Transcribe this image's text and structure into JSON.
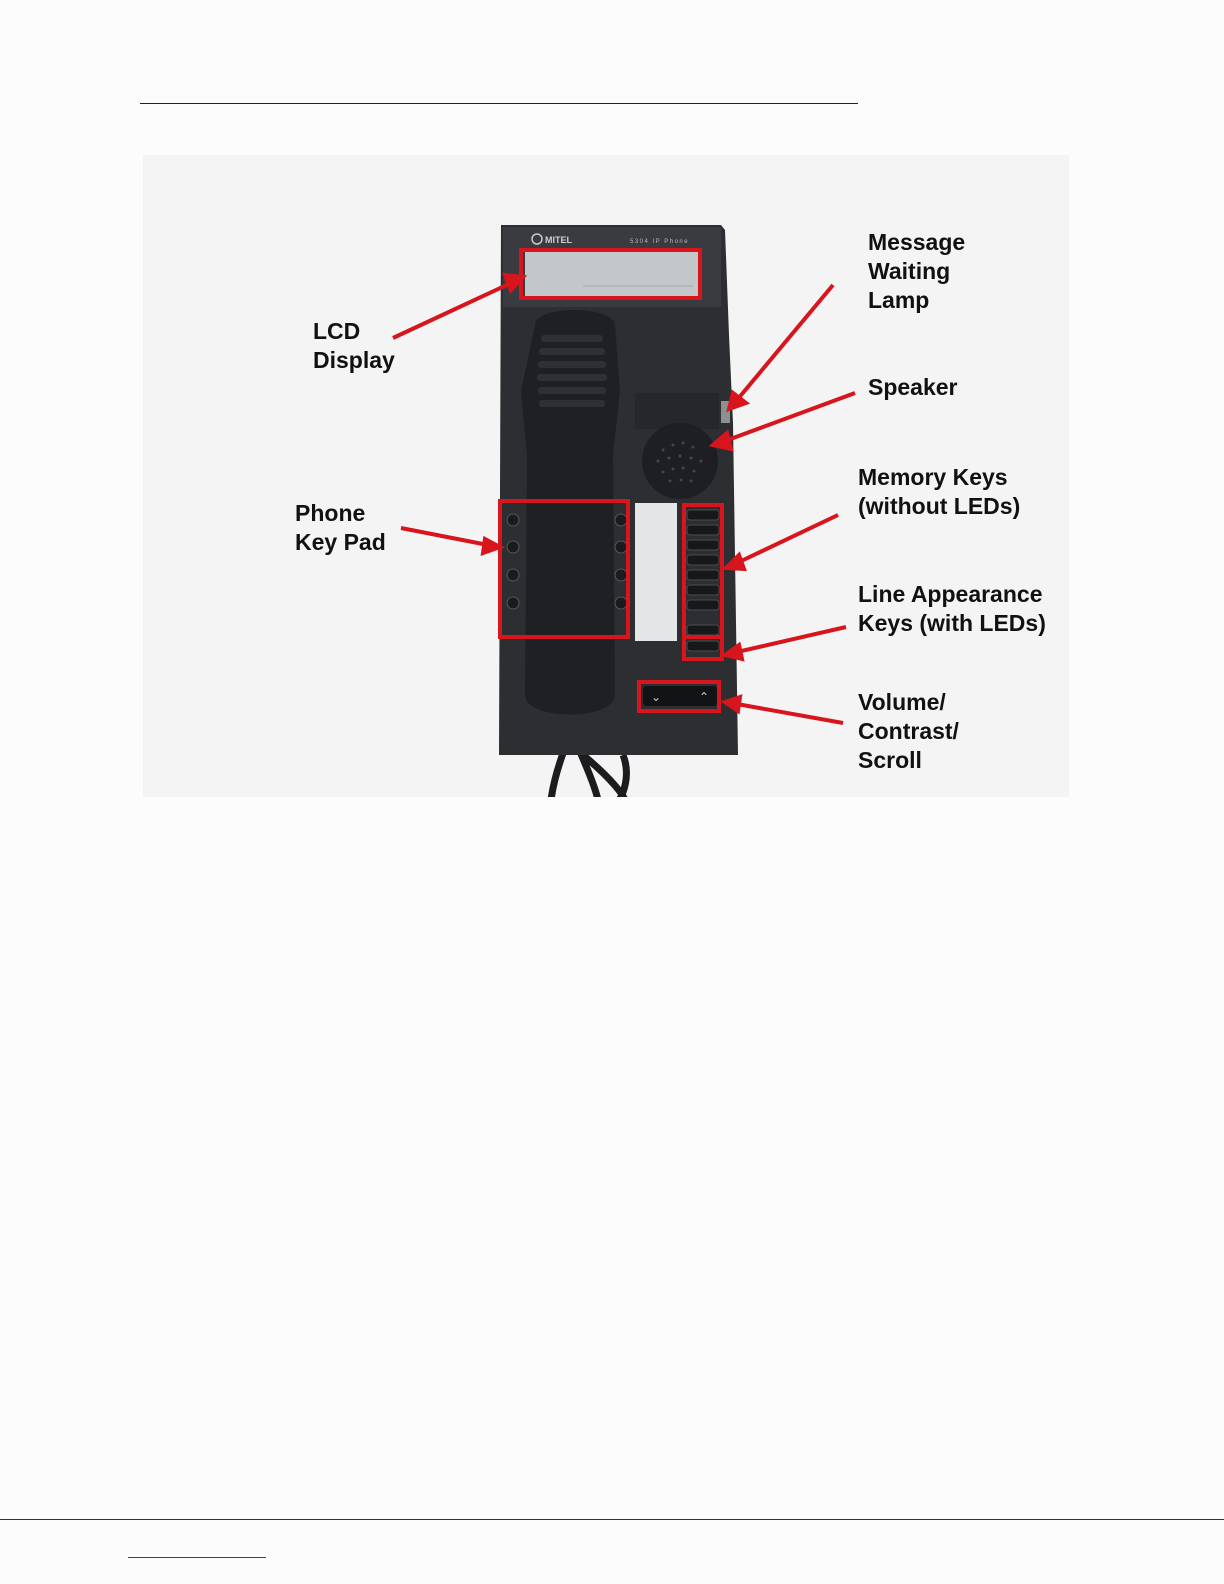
{
  "figure": {
    "phone_brand": "MITEL",
    "phone_model": "5304 IP Phone",
    "labels": {
      "lcd_display": "LCD\nDisplay",
      "message_waiting_lamp": "Message\nWaiting\nLamp",
      "speaker": "Speaker",
      "phone_key_pad": "Phone\nKey Pad",
      "memory_keys": "Memory Keys\n(without LEDs)",
      "line_appearance_keys": "Line Appearance\nKeys (with LEDs)",
      "volume_contrast_scroll": "Volume/\nContrast/\nScroll"
    },
    "callout_color": "#d8141c"
  }
}
